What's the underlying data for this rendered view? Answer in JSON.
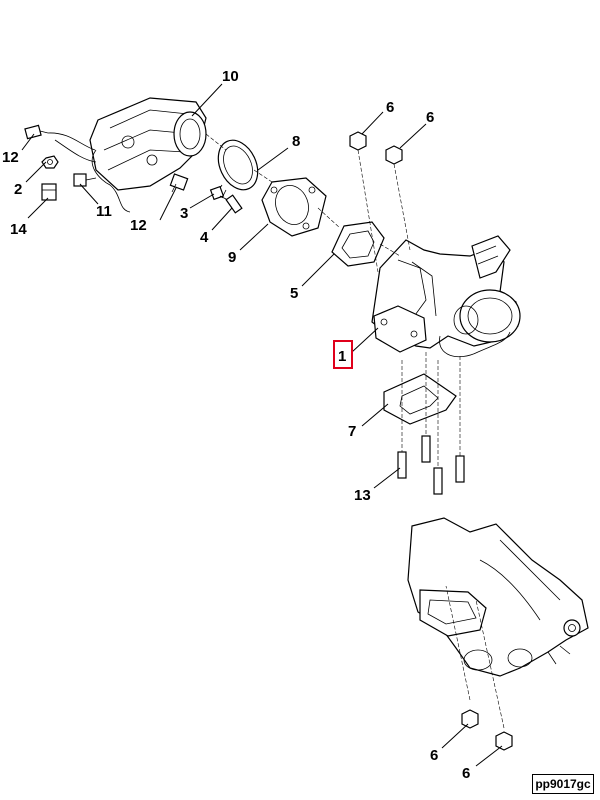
{
  "callouts": {
    "c10": "10",
    "c6a": "6",
    "c6b": "6",
    "c8": "8",
    "c12a": "12",
    "c2": "2",
    "c11": "11",
    "c12b": "12",
    "c3": "3",
    "c14": "14",
    "c4": "4",
    "c9": "9",
    "c5": "5",
    "c1": "1",
    "c7": "7",
    "c13": "13",
    "c6c": "6",
    "c6d": "6"
  },
  "highlight_color": "#e0001b",
  "drawing_code": "pp9017gc"
}
